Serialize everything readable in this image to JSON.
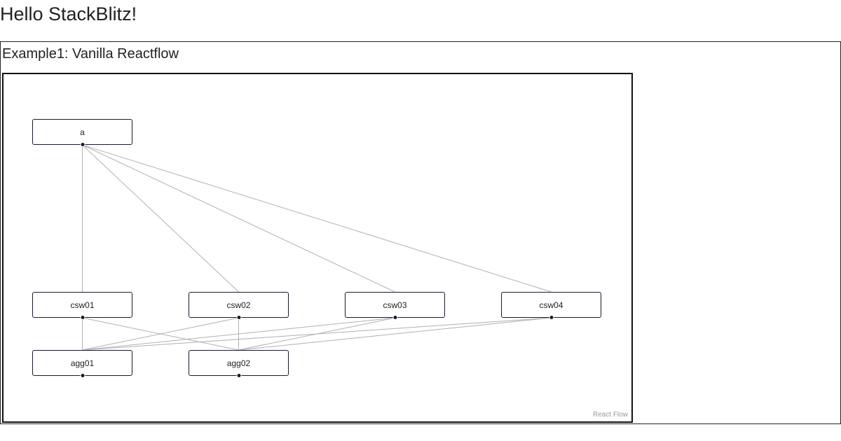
{
  "page": {
    "title": "Hello StackBlitz!"
  },
  "example": {
    "title": "Example1: Vanilla Reactflow"
  },
  "flow": {
    "nodes": [
      {
        "id": "a",
        "label": "a"
      },
      {
        "id": "csw01",
        "label": "csw01"
      },
      {
        "id": "csw02",
        "label": "csw02"
      },
      {
        "id": "csw03",
        "label": "csw03"
      },
      {
        "id": "csw04",
        "label": "csw04"
      },
      {
        "id": "agg01",
        "label": "agg01"
      },
      {
        "id": "agg02",
        "label": "agg02"
      }
    ],
    "edges": [
      {
        "source": "a",
        "target": "csw01"
      },
      {
        "source": "a",
        "target": "csw02"
      },
      {
        "source": "a",
        "target": "csw03"
      },
      {
        "source": "a",
        "target": "csw04"
      },
      {
        "source": "csw01",
        "target": "agg01"
      },
      {
        "source": "csw01",
        "target": "agg02"
      },
      {
        "source": "csw02",
        "target": "agg01"
      },
      {
        "source": "csw02",
        "target": "agg02"
      },
      {
        "source": "csw03",
        "target": "agg01"
      },
      {
        "source": "csw03",
        "target": "agg02"
      },
      {
        "source": "csw04",
        "target": "agg01"
      },
      {
        "source": "csw04",
        "target": "agg02"
      }
    ],
    "attribution": "React Flow",
    "colors": {
      "edge": "#b1b1b7",
      "node_border": "#1a192b",
      "handle": "#1a192b"
    }
  }
}
